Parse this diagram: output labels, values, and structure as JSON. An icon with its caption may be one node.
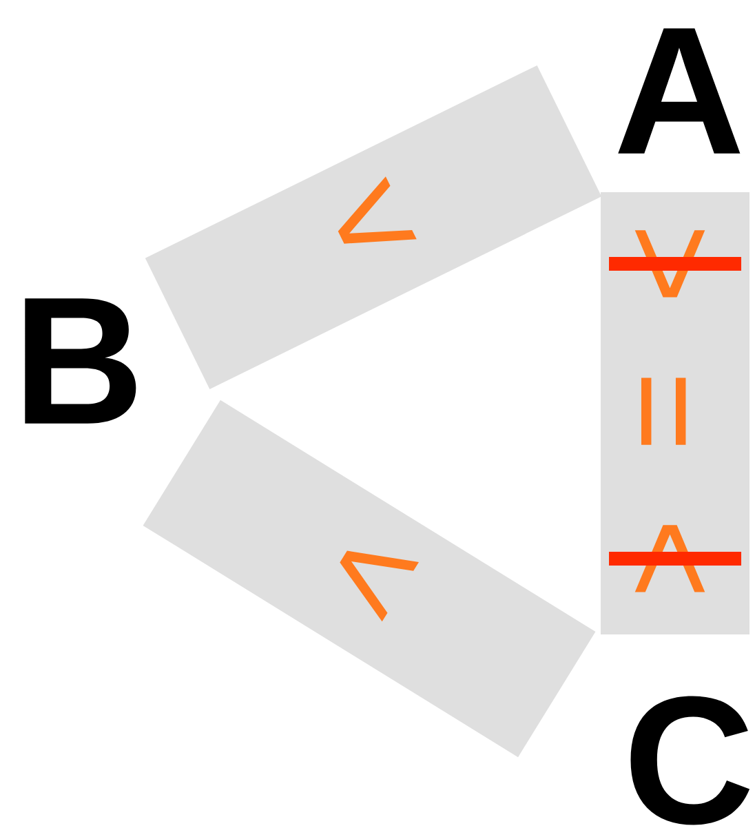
{
  "diagram": {
    "nodes": [
      {
        "text": [
          "A"
        ]
      },
      {
        "text": [
          "B"
        ]
      },
      {
        "text": [
          "C"
        ]
      },
      {
        "text": [
          "<"
        ]
      },
      {
        "text": [
          "<"
        ]
      },
      {
        "text": [
          ">",
          "=",
          "<"
        ]
      }
    ]
  }
}
